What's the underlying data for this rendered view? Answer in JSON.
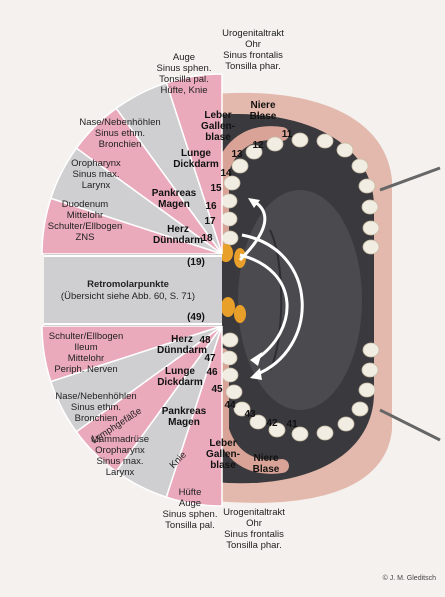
{
  "upper_sectors": [
    {
      "id": "u1",
      "color": "#eaaabb",
      "lines": [
        "Urogenitaltrakt",
        "Ohr",
        "Sinus frontalis",
        "Tonsilla phar."
      ]
    },
    {
      "id": "u2",
      "color": "#cfcfd2",
      "lines": [
        "Auge",
        "Sinus sphen.",
        "Tonsilla pal.",
        "Hüfte, Knie"
      ]
    },
    {
      "id": "u3",
      "color": "#eaaabb",
      "lines": [
        "Nase/Nebenhöhlen",
        "Sinus ethm.",
        "Bronchien"
      ]
    },
    {
      "id": "u4",
      "color": "#cfcfd2",
      "lines": [
        "Oropharynx",
        "Sinus max.",
        "Larynx"
      ]
    },
    {
      "id": "u5",
      "color": "#eaaabb",
      "lines": [
        "Duodenum",
        "Mittelohr",
        "Schulter/Ellbogen",
        "ZNS"
      ]
    }
  ],
  "upper_inner": [
    {
      "id": "ui1",
      "lines": [
        "Niere",
        "Blase"
      ]
    },
    {
      "id": "ui2",
      "lines": [
        "Leber",
        "Gallen-",
        "blase"
      ]
    },
    {
      "id": "ui3",
      "lines": [
        "Lunge",
        "Dickdarm"
      ]
    },
    {
      "id": "ui4",
      "lines": [
        "Pankreas",
        "Magen"
      ]
    },
    {
      "id": "ui5",
      "lines": [
        "Herz",
        "Dünndarm"
      ]
    }
  ],
  "retromolar": {
    "lines": [
      "Retromolarpunkte",
      "(Übersicht siehe Abb. 60, S. 71)"
    ],
    "upper_num": "(19)",
    "lower_num": "(49)"
  },
  "lower_sectors": [
    {
      "id": "l1",
      "color": "#eaaabb",
      "lines": [
        "Schulter/Ellbogen",
        "Ileum",
        "Mittelohr",
        "Periph. Nerven"
      ]
    },
    {
      "id": "l2",
      "color": "#cfcfd2",
      "lines": [
        "Nase/Nebenhöhlen",
        "Sinus ethm.",
        "Bronchien"
      ]
    },
    {
      "id": "l3",
      "color": "#eaaabb",
      "lines": [
        "Mammadrüse",
        "Oropharynx",
        "Sinus max.",
        "Larynx"
      ]
    },
    {
      "id": "l4",
      "color": "#cfcfd2",
      "lines": [
        "Hüfte",
        "Auge",
        "Sinus sphen.",
        "Tonsilla pal."
      ]
    },
    {
      "id": "l5",
      "color": "#eaaabb",
      "lines": [
        "Urogenitaltrakt",
        "Ohr",
        "Sinus frontalis",
        "Tonsilla phar."
      ]
    }
  ],
  "lower_inner": [
    {
      "id": "li1",
      "lines": [
        "Herz",
        "Dünndarm"
      ]
    },
    {
      "id": "li2",
      "lines": [
        "Lunge",
        "Dickdarm"
      ]
    },
    {
      "id": "li3",
      "lines": [
        "Pankreas",
        "Magen"
      ]
    },
    {
      "id": "li4",
      "lines": [
        "Leber",
        "Gallen-",
        "blase"
      ]
    },
    {
      "id": "li5",
      "lines": [
        "Niere",
        "Blase"
      ]
    }
  ],
  "rotated_labels": {
    "lymph": "Lymphgefäße",
    "knie": "Knie"
  },
  "upper_teeth": [
    "11",
    "12",
    "13",
    "14",
    "15",
    "16",
    "17",
    "18"
  ],
  "lower_teeth": [
    "48",
    "47",
    "46",
    "45",
    "44",
    "43",
    "42",
    "41"
  ],
  "credit": "© J. M. Gleditsch"
}
